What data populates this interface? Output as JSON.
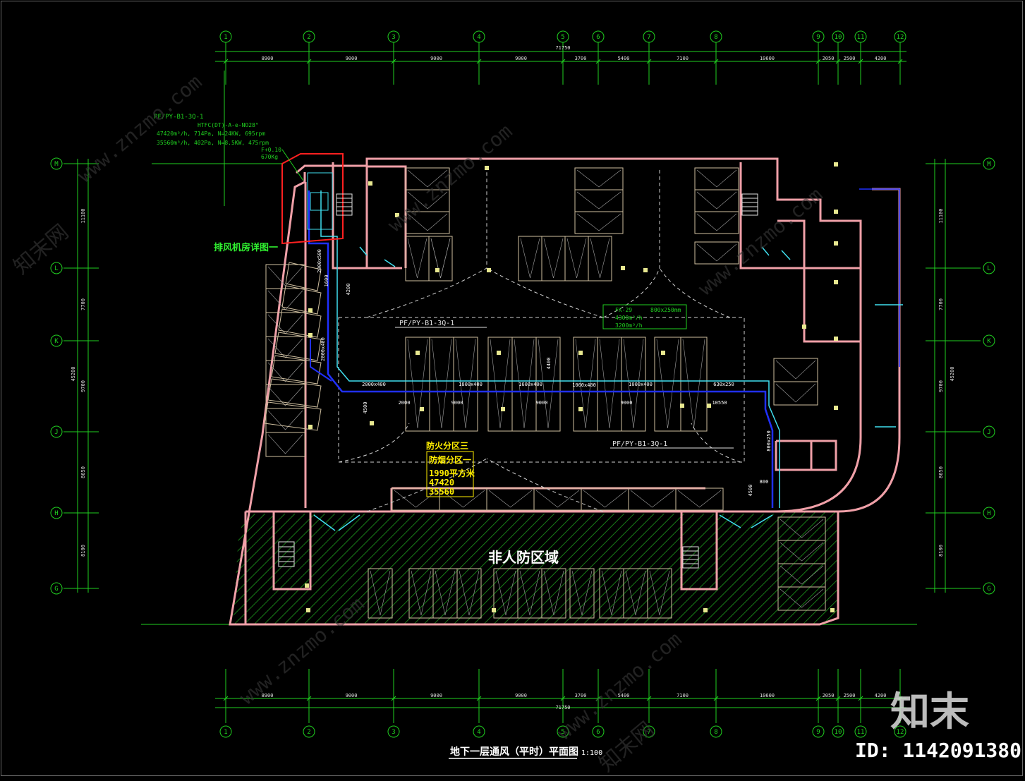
{
  "drawing": {
    "title": "地下一层通风（平时）平面图",
    "scale": "1:100",
    "total_width": "71750",
    "total_height": "45200",
    "id_text": "ID: 1142091380",
    "watermark_logo": "知末",
    "watermark_text": "www.znzmo.com",
    "watermark_cn": "知末网"
  },
  "grid": {
    "columns": [
      "1",
      "2",
      "3",
      "4",
      "5",
      "6",
      "7",
      "8",
      "9",
      "10",
      "11",
      "12"
    ],
    "column_spacings": [
      "8900",
      "9000",
      "9000",
      "9000",
      "3700",
      "5400",
      "7100",
      "10600",
      "2050",
      "2500",
      "4200"
    ],
    "rows": [
      "M",
      "L",
      "K",
      "J",
      "H",
      "G"
    ],
    "row_spacings": [
      "11100",
      "7700",
      "9700",
      "8650",
      "8100"
    ]
  },
  "labels": {
    "fan_room_detail": "排风机房详图一",
    "fire_zone": "防火分区三",
    "smoke_zone": "防烟分区一",
    "zone_area": "1990平方米",
    "zone_flow_1": "47420",
    "zone_flow_2": "35560",
    "non_civil_defense": "非人防区域",
    "duct_system_top": "PF/PY-B1-3Q-1",
    "duct_system_mid": "PF/PY-B1-3Q-1",
    "duct_system_bottom": "PF/PY-B1-3Q-1",
    "duct_sizes": [
      "2000x400",
      "1800x400",
      "1600x400",
      "1000x400",
      "1000x400",
      "630x250"
    ],
    "duct_vertical_sizes": [
      "2000x500",
      "2000x400",
      "800x250"
    ],
    "dims": [
      "2000",
      "9000",
      "9000",
      "9000",
      "10550",
      "4500",
      "4400",
      "4500",
      "800",
      "1600",
      "4200"
    ],
    "fan_spec": {
      "line1": "PF/PY-B1-3Q-1",
      "line2": "HTFC(DT)-A-e-NO28°",
      "line3": "47420m³/h, 714Pa,  N=24KW,  695rpm",
      "line4": "35560m³/h, 402Pa,  N=8.5KW,  475rpm",
      "line5": "F+0.10",
      "line6": "670Kg"
    },
    "fk_box": {
      "code": "FK-29",
      "size": "800x250mm",
      "line2": "4300m³/h",
      "line3": "3200m³/h"
    }
  },
  "colors": {
    "grid_line": "#20d020",
    "wall": "#f0a0a8",
    "duct": "#2030ff",
    "cyan": "#40e0f0",
    "parking": "#d0c0a0",
    "hatch": "#1a8a1a",
    "text_yellow": "#ffee00",
    "text_white": "#ffffff"
  }
}
